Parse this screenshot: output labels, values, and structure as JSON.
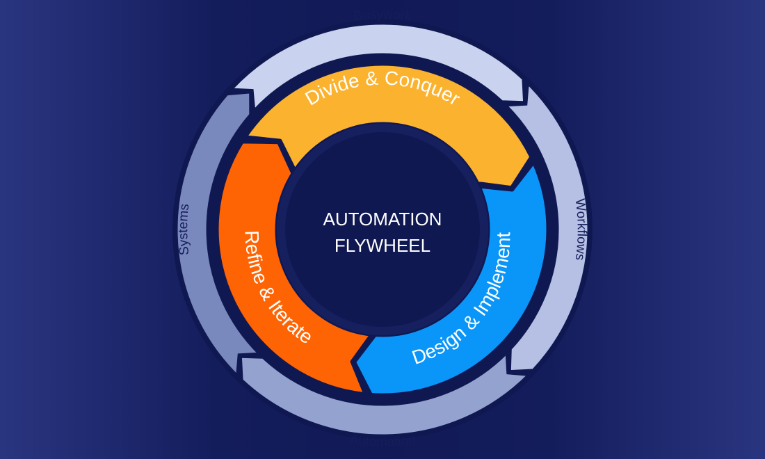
{
  "diagram": {
    "center": {
      "line1": "AUTOMATION",
      "line2": "FLYWHEEL",
      "color": "#0f1850"
    },
    "outer_ring": [
      {
        "label": "Busywork",
        "color": "#c9d2ee"
      },
      {
        "label": "Workflows",
        "color": "#b6c0e4"
      },
      {
        "label": "Automation",
        "color": "#94a2d0"
      },
      {
        "label": "Systems",
        "color": "#7a89bd"
      }
    ],
    "inner_ring": [
      {
        "label": "Divide & Conquer",
        "color": "#fbb22e"
      },
      {
        "label": "Design & Implement",
        "color": "#0a96f8"
      },
      {
        "label": "Refine & Iterate",
        "color": "#fe6404"
      }
    ],
    "background": {
      "edge_color": "#2a3580",
      "mid_color": "#111a56"
    }
  }
}
